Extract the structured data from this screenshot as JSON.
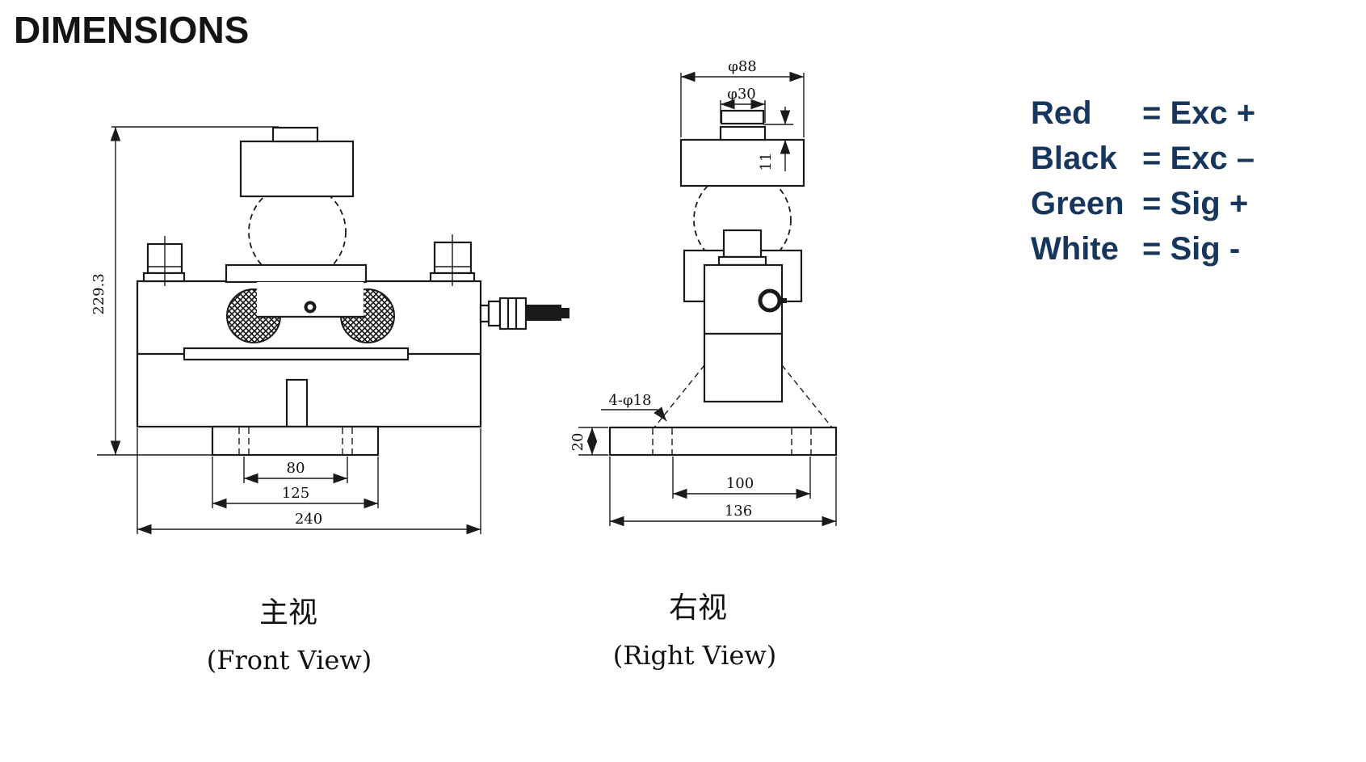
{
  "header": {
    "title": "DIMENSIONS"
  },
  "front_view": {
    "caption_cn": "主视",
    "caption_en": "(Front View)",
    "dims": {
      "height": "229.3",
      "hole_span": "80",
      "base_width": "125",
      "body_width": "240"
    }
  },
  "right_view": {
    "caption_cn": "右视",
    "caption_en": "(Right View)",
    "dims": {
      "cap_dia": "φ88",
      "boss_dia": "φ30",
      "boss_height": "11",
      "holes": "4-φ18",
      "flange_thickness": "20",
      "hole_span": "100",
      "flange_width": "136"
    }
  },
  "wiring_legend": {
    "text_color": "#17365d",
    "entries": [
      {
        "color_name": "Red",
        "mapping": "= Exc +"
      },
      {
        "color_name": "Black",
        "mapping": "= Exc –"
      },
      {
        "color_name": "Green",
        "mapping": "= Sig +"
      },
      {
        "color_name": "White",
        "mapping": "= Sig -"
      }
    ]
  }
}
